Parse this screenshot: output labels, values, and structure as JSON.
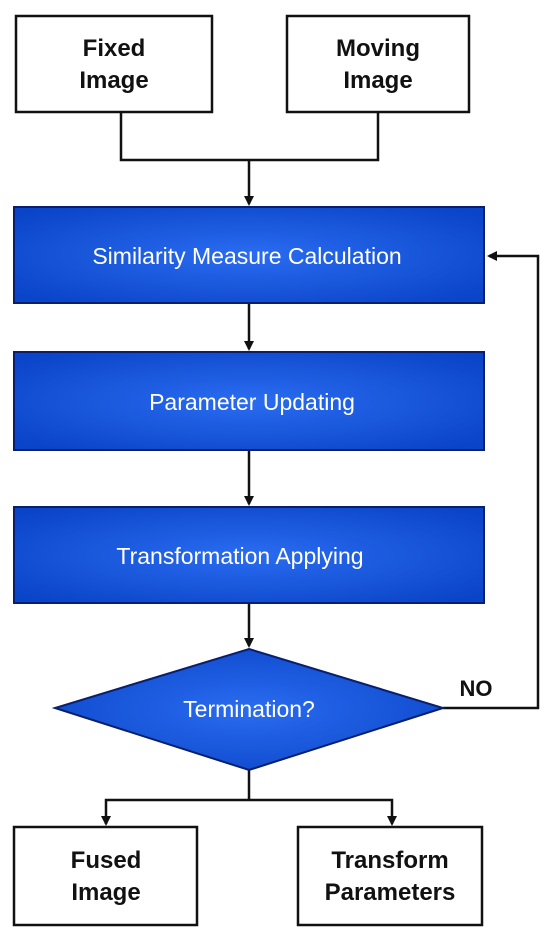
{
  "nodes": {
    "fixed_image": {
      "line1": "Fixed",
      "line2": "Image"
    },
    "moving_image": {
      "line1": "Moving",
      "line2": "Image"
    },
    "similarity": {
      "label": "Similarity Measure Calculation"
    },
    "parameter_updating": {
      "label": "Parameter Updating"
    },
    "transformation_applying": {
      "label": "Transformation Applying"
    },
    "termination": {
      "label": "Termination?"
    },
    "fused_image": {
      "line1": "Fused",
      "line2": "Image"
    },
    "transform_parameters": {
      "line1": "Transform",
      "line2": "Parameters"
    }
  },
  "edges": {
    "no_label": "NO"
  },
  "colors": {
    "process_fill": "#0d4fd6",
    "process_stroke": "#0a1f6b",
    "io_stroke": "#111111",
    "connector": "#111111"
  }
}
